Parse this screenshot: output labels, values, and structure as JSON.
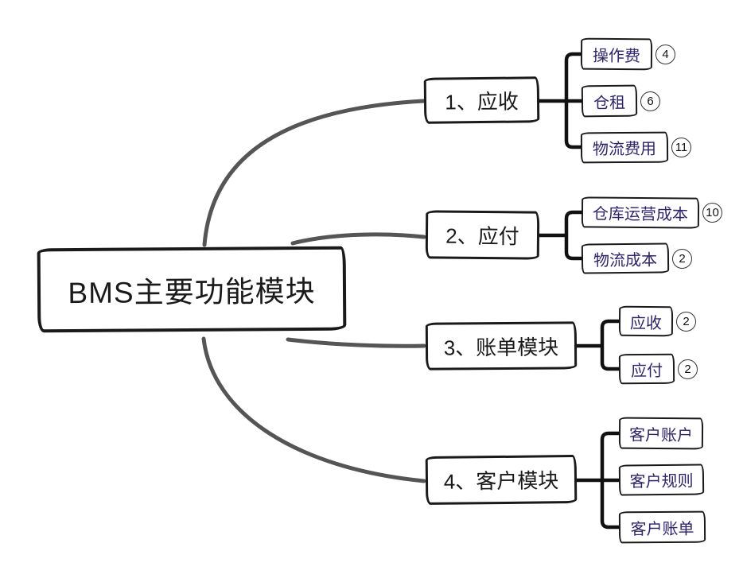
{
  "root": {
    "label": "BMS主要功能模块"
  },
  "branches": [
    {
      "label": "1、应收",
      "children": [
        {
          "label": "操作费",
          "badge": "4"
        },
        {
          "label": "仓租",
          "badge": "6"
        },
        {
          "label": "物流费用",
          "badge": "11"
        }
      ]
    },
    {
      "label": "2、应付",
      "children": [
        {
          "label": "仓库运营成本",
          "badge": "10"
        },
        {
          "label": "物流成本",
          "badge": "2"
        }
      ]
    },
    {
      "label": "3、账单模块",
      "children": [
        {
          "label": "应收",
          "badge": "2"
        },
        {
          "label": "应付",
          "badge": "2"
        }
      ]
    },
    {
      "label": "4、客户模块",
      "children": [
        {
          "label": "客户账户"
        },
        {
          "label": "客户规则"
        },
        {
          "label": "客户账单"
        }
      ]
    }
  ],
  "colors": {
    "ink": "#1a1a1a",
    "child_text": "#2e2567",
    "curve": "#555555",
    "connector": "#111111",
    "badge_border": "#333333",
    "background": "#ffffff"
  }
}
